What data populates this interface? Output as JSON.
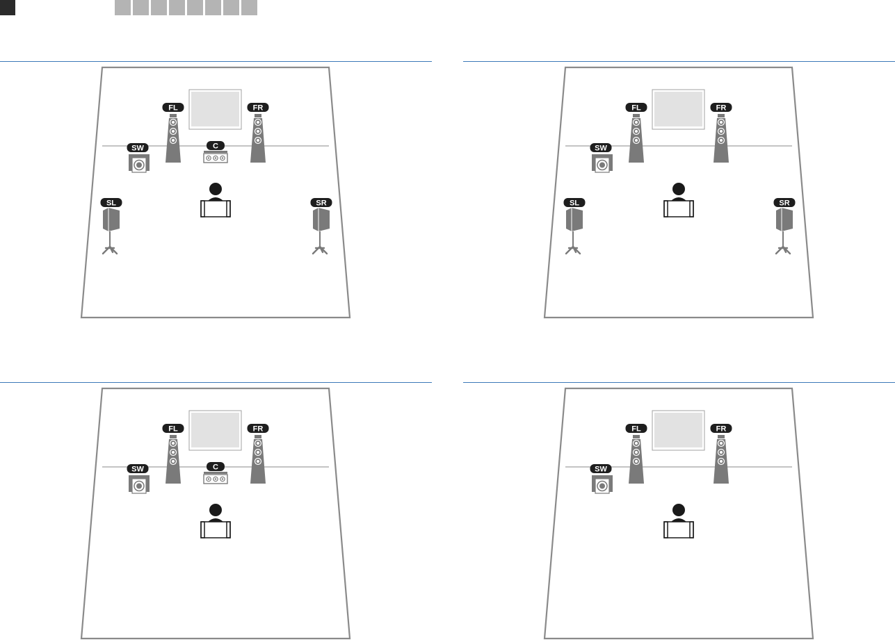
{
  "nav": {
    "tabs": 8
  },
  "diagrams": [
    {
      "id": "layout-1",
      "speakers": [
        {
          "id": "FL",
          "label": "FL",
          "type": "tower"
        },
        {
          "id": "FR",
          "label": "FR",
          "type": "tower"
        },
        {
          "id": "C",
          "label": "C",
          "type": "center"
        },
        {
          "id": "SW",
          "label": "SW",
          "type": "sub"
        },
        {
          "id": "SL",
          "label": "SL",
          "type": "surround"
        },
        {
          "id": "SR",
          "label": "SR",
          "type": "surround"
        }
      ]
    },
    {
      "id": "layout-2",
      "speakers": [
        {
          "id": "FL",
          "label": "FL",
          "type": "tower"
        },
        {
          "id": "FR",
          "label": "FR",
          "type": "tower"
        },
        {
          "id": "SW",
          "label": "SW",
          "type": "sub"
        },
        {
          "id": "SL",
          "label": "SL",
          "type": "surround"
        },
        {
          "id": "SR",
          "label": "SR",
          "type": "surround"
        }
      ]
    },
    {
      "id": "layout-3",
      "speakers": [
        {
          "id": "FL",
          "label": "FL",
          "type": "tower"
        },
        {
          "id": "FR",
          "label": "FR",
          "type": "tower"
        },
        {
          "id": "C",
          "label": "C",
          "type": "center"
        },
        {
          "id": "SW",
          "label": "SW",
          "type": "sub"
        }
      ]
    },
    {
      "id": "layout-4",
      "speakers": [
        {
          "id": "FL",
          "label": "FL",
          "type": "tower"
        },
        {
          "id": "FR",
          "label": "FR",
          "type": "tower"
        },
        {
          "id": "SW",
          "label": "SW",
          "type": "sub"
        }
      ]
    }
  ],
  "colors": {
    "room_line": "#8a8a8a",
    "speaker_gray": "#7a7a7a",
    "label_bg": "#1e1e1e",
    "tv_fill": "#e2e2e2",
    "accent_rule": "#3b78b8"
  }
}
